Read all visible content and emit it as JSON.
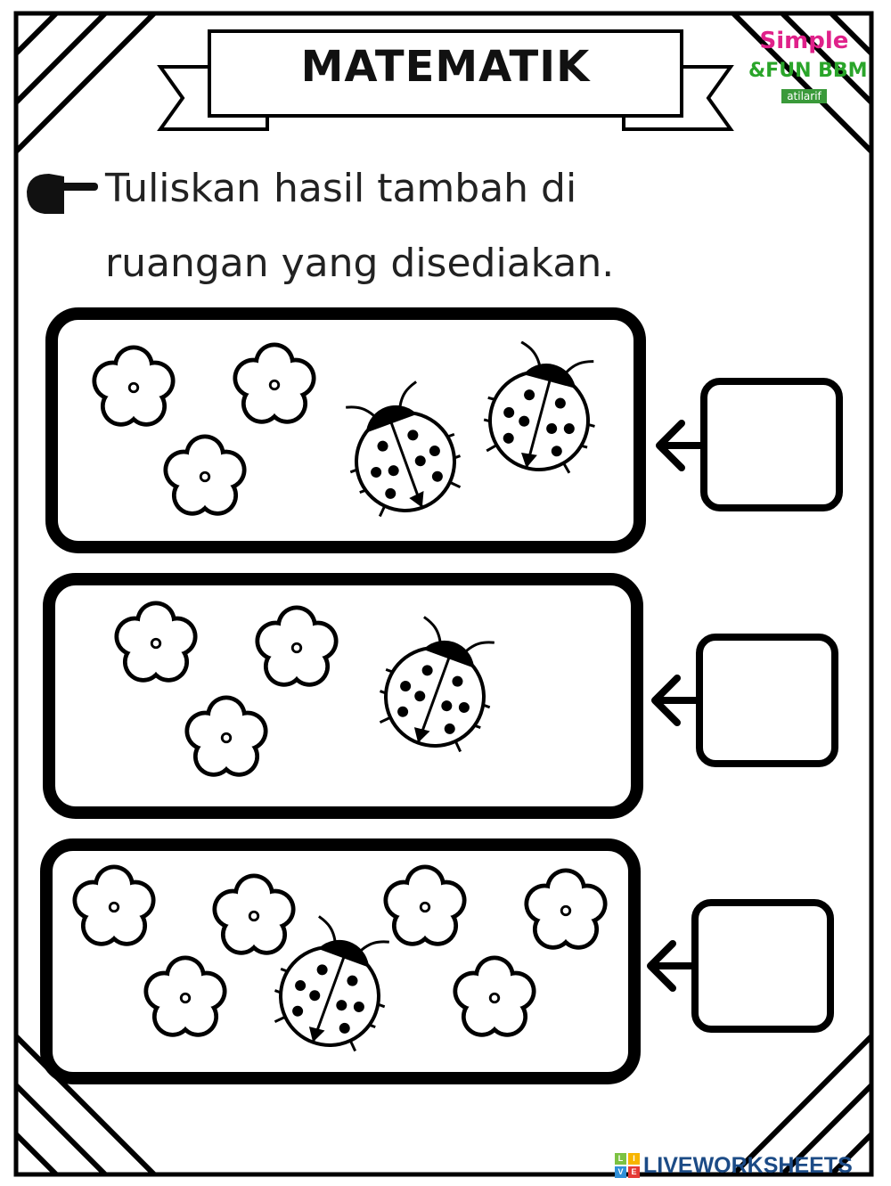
{
  "title": "MATEMATIK",
  "instruction": {
    "line1": "Tuliskan hasil tambah di",
    "line2": "ruangan yang disediakan.",
    "icon": "pointing-hand-icon"
  },
  "logo": {
    "line1": "Simple",
    "line2": "&FUN BBM",
    "line3": "atilarif"
  },
  "watermark": {
    "text": "LIVEWORKSHEETS",
    "badge": [
      "L",
      "I",
      "V",
      "E"
    ]
  },
  "questions": [
    {
      "flowers": 3,
      "ladybugs": 2,
      "answer": ""
    },
    {
      "flowers": 3,
      "ladybugs": 1,
      "answer": ""
    },
    {
      "flowers": 6,
      "ladybugs": 1,
      "answer": ""
    }
  ]
}
